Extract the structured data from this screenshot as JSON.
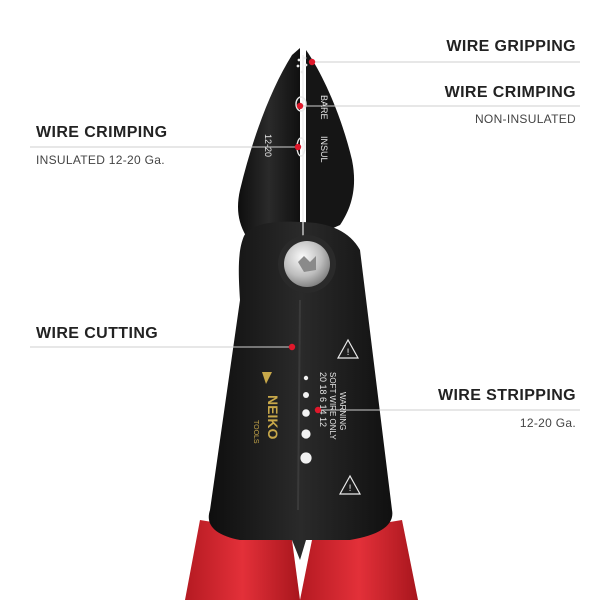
{
  "callouts": {
    "wire_gripping": {
      "title": "WIRE GRIPPING"
    },
    "wire_crimping_right": {
      "title": "WIRE CRIMPING",
      "subtitle": "NON-INSULATED"
    },
    "wire_crimping_left": {
      "title": "WIRE CRIMPING",
      "subtitle": "INSULATED 12-20 Ga."
    },
    "wire_cutting": {
      "title": "WIRE CUTTING"
    },
    "wire_stripping": {
      "title": "WIRE STRIPPING",
      "subtitle": "12-20 Ga."
    }
  },
  "tool_markings": {
    "bare": "BARE",
    "insul": "INSUL",
    "crimp_range": "12-20",
    "warning": "WARNING",
    "soft_wire": "SOFT WIRE ONLY",
    "gauges": "20 18  6  14  12",
    "brand": "NEIKO",
    "brand_sub": "TOOLS"
  },
  "colors": {
    "tool_body": "#1b1b1b",
    "grip": "#d4232c",
    "marker": "#e0182b",
    "line": "#cfcfcf"
  }
}
